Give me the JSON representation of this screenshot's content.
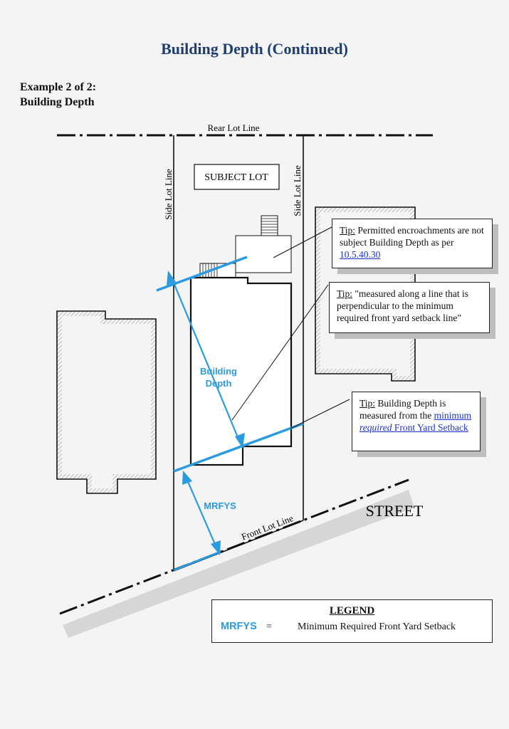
{
  "title": "Building Depth (Continued)",
  "example": {
    "line1": "Example 2 of 2:",
    "line2": "Building Depth"
  },
  "labels": {
    "rear_lot_line": "Rear Lot Line",
    "side_lot_line": "Side Lot Line",
    "subject_lot": "SUBJECT LOT",
    "street": "STREET",
    "front_lot_line": "Front Lot Line",
    "building_depth_1": "Building",
    "building_depth_2": "Depth",
    "mrfys": "MRFYS"
  },
  "tips": [
    {
      "prefix": "Tip:",
      "text": " Permitted encroachments are not subject Building Depth as per ",
      "link": "10.5.40.30"
    },
    {
      "prefix": "Tip:",
      "text": " \"measured along a line that is perpendicular to the minimum required front yard setback line\""
    },
    {
      "prefix": "Tip:",
      "text": " Building Depth is measured from the ",
      "link_a": "minimum ",
      "link_b": "required",
      "link_c": " Front Yard Setback"
    }
  ],
  "legend": {
    "heading": "LEGEND",
    "abbr": "MRFYS",
    "eq": "=",
    "definition": "Minimum Required Front Yard Setback"
  },
  "colors": {
    "title": "#1f3f73",
    "measure": "#2a9be0",
    "link": "#1a32c8",
    "street": "#d6d6d6"
  }
}
